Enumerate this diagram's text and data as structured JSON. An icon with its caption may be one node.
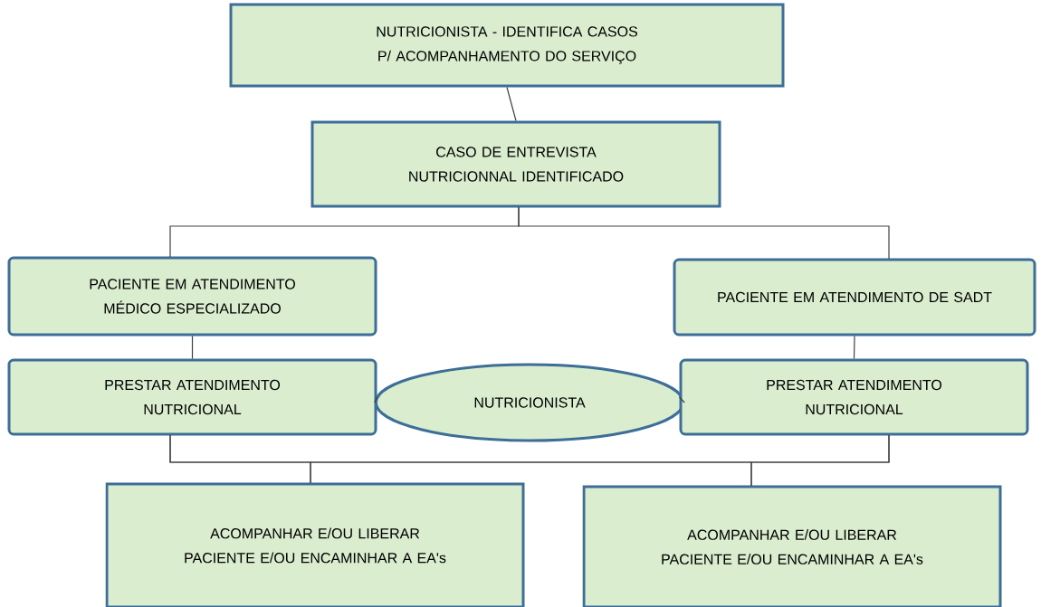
{
  "diagram": {
    "nodes": [
      {
        "text": [
          "NUTRICIONISTA - IDENTIFICA CASOS P/ ACOMPANHAMENTO DO SERVIÇO"
        ]
      },
      {
        "text": [
          "CASO DE ENTREVISTA NUTRICIONNAL IDENTIFICADO"
        ]
      },
      {
        "text": [
          "PACIENTE EM ATENDIMENTO MÉDICO ESPECIALIZADO"
        ]
      },
      {
        "text": [
          "PACIENTE EM ATENDIMENTO DE SADT"
        ]
      },
      {
        "text": [
          "PRESTAR ATENDIMENTO NUTRICIONAL"
        ]
      },
      {
        "text": [
          "NUTRICIONISTA"
        ]
      },
      {
        "text": [
          "PRESTAR ATENDIMENTO NUTRICIONAL"
        ]
      },
      {
        "text": [
          "ACOMPANHAR E/OU LIBERAR PACIENTE E/OU ENCAMINHAR A EA's"
        ]
      },
      {
        "text": [
          "ACOMPANHAR E/OU LIBERAR PACIENTE E/OU ENCAMINHAR A EA's"
        ]
      }
    ],
    "edges": [
      {
        "from": 0,
        "to": 1,
        "arrow": "none"
      },
      {
        "from": 1,
        "to": 2,
        "arrow": "none"
      },
      {
        "from": 1,
        "to": 3,
        "arrow": "none"
      },
      {
        "from": 2,
        "to": 4,
        "arrow": "none"
      },
      {
        "from": 3,
        "to": 6,
        "arrow": "none"
      },
      {
        "from": 4,
        "to": 5,
        "arrow": "none"
      },
      {
        "from": 5,
        "to": 6,
        "arrow": "none"
      },
      {
        "from": 4,
        "to": 7,
        "arrow": "none"
      },
      {
        "from": 4,
        "to": 8,
        "arrow": "none"
      },
      {
        "from": 6,
        "to": 7,
        "arrow": "none"
      },
      {
        "from": 6,
        "to": 8,
        "arrow": "none"
      }
    ]
  }
}
